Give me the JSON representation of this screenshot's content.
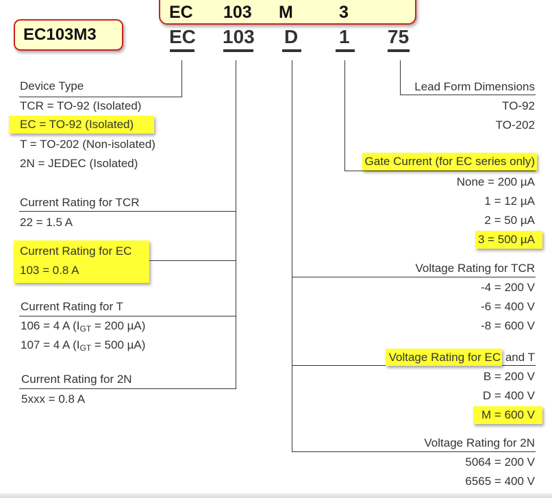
{
  "callout": {
    "part_number": "EC103M3"
  },
  "top_code": [
    "EC",
    "103",
    "M",
    "3"
  ],
  "code": [
    "EC",
    "103",
    "D",
    "1",
    "75"
  ],
  "device_type": {
    "title": "Device Type",
    "items": [
      "TCR = TO-92 (Isolated)",
      "EC = TO-92 (Isolated)",
      "T = TO-202 (Non-isolated)",
      "2N = JEDEC (Isolated)"
    ]
  },
  "current_tcr": {
    "title": "Current Rating for TCR",
    "items": [
      "22 = 1.5 A"
    ]
  },
  "current_ec": {
    "title": "Current Rating for EC",
    "items": [
      "103 = 0.8 A"
    ]
  },
  "current_t": {
    "title": "Current Rating for T",
    "item1_pre": "106 = 4 A  (I",
    "item1_sub": "GT",
    "item1_post": " = 200 µA)",
    "item2_pre": "107 = 4 A  (I",
    "item2_sub": "GT",
    "item2_post": " = 500 µA)"
  },
  "current_2n": {
    "title": "Current Rating for 2N",
    "items": [
      "5xxx = 0.8 A"
    ]
  },
  "lead_form": {
    "title": "Lead Form Dimensions",
    "items": [
      "TO-92",
      "TO-202"
    ]
  },
  "gate_current": {
    "title": "Gate Current (for EC series only)",
    "items": [
      "None = 200 µA",
      "1 = 12 µA",
      "2 = 50 µA",
      "3 = 500 µA"
    ]
  },
  "voltage_tcr": {
    "title": "Voltage Rating for TCR",
    "items": [
      "-4 = 200 V",
      "-6 = 400 V",
      "-8 = 600 V"
    ]
  },
  "voltage_ect": {
    "title_hl": "Voltage Rating for EC",
    "title_rest": " and T",
    "items": [
      "B = 200 V",
      "D = 400 V",
      "M = 600 V"
    ]
  },
  "voltage_2n": {
    "title": "Voltage Rating for 2N",
    "items": [
      "5064 = 200 V",
      "6565 = 400 V"
    ]
  },
  "colors": {
    "highlight": "#ffff33",
    "callout_fill": "#ffffcc",
    "callout_border": "#cc2222",
    "text": "#333333"
  }
}
